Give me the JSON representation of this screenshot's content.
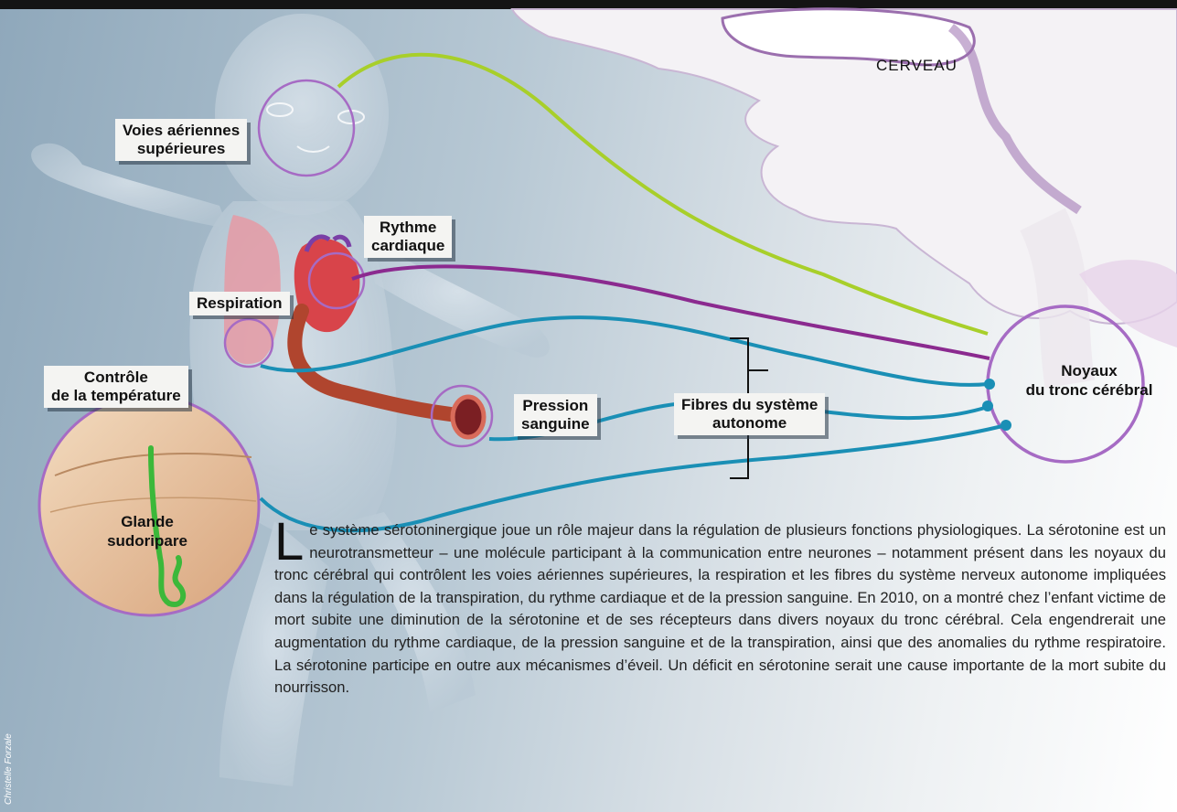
{
  "labels": {
    "brain": "CERVEAU",
    "airways": "Voies aériennes\nsupérieures",
    "heart_rate": "Rythme\ncardiaque",
    "respiration": "Respiration",
    "temperature": "Contrôle\nde la température",
    "blood_pressure": "Pression\nsanguine",
    "autonomic_fibers": "Fibres du système\nautonome",
    "brainstem_nuclei": "Noyaux\ndu tronc cérébral",
    "sweat_gland": "Glande\nsudoripare"
  },
  "text": {
    "drop_cap": "L",
    "paragraph": "e système sérotoninergique joue un rôle majeur dans la régulation de plusieurs fonctions physiologiques. La sérotonine est un neurotransmetteur – une molécule participant à la communication entre neurones – notamment présent dans les noyaux du tronc cérébral qui contrôlent les voies aériennes supérieures, la respiration et les fibres du système nerveux autonome impliquées dans la régulation de la transpiration, du rythme cardiaque et de la pression sanguine. En 2010, on a montré chez l’enfant victime de mort subite une diminution de la sérotonine et de ses récepteurs dans divers noyaux du tronc cérébral. Cela engendrerait une augmentation du rythme cardiaque, de la pression sanguine et de la transpiration, ainsi que des anomalies du rythme respiratoire. La sérotonine participe en outre aux mécanismes d’éveil. Un déficit en sérotonine serait une cause importante de la mort subite du nourrisson."
  },
  "credit": "Christelle Forzale",
  "colors": {
    "airway_nerve": "#a8cf2a",
    "heart_nerve": "#8b2a8f",
    "autonomic_nerve": "#1a8fb5",
    "circle_outline": "#a66bc4",
    "brain_fill": "#f6f4f6",
    "brain_outline": "#9b6fae",
    "heart": "#d8444a",
    "lung": "#e59aa4",
    "artery": "#b0452e",
    "sweat_gland": "#3cb83a",
    "label_bg": "#f4f4f2"
  }
}
